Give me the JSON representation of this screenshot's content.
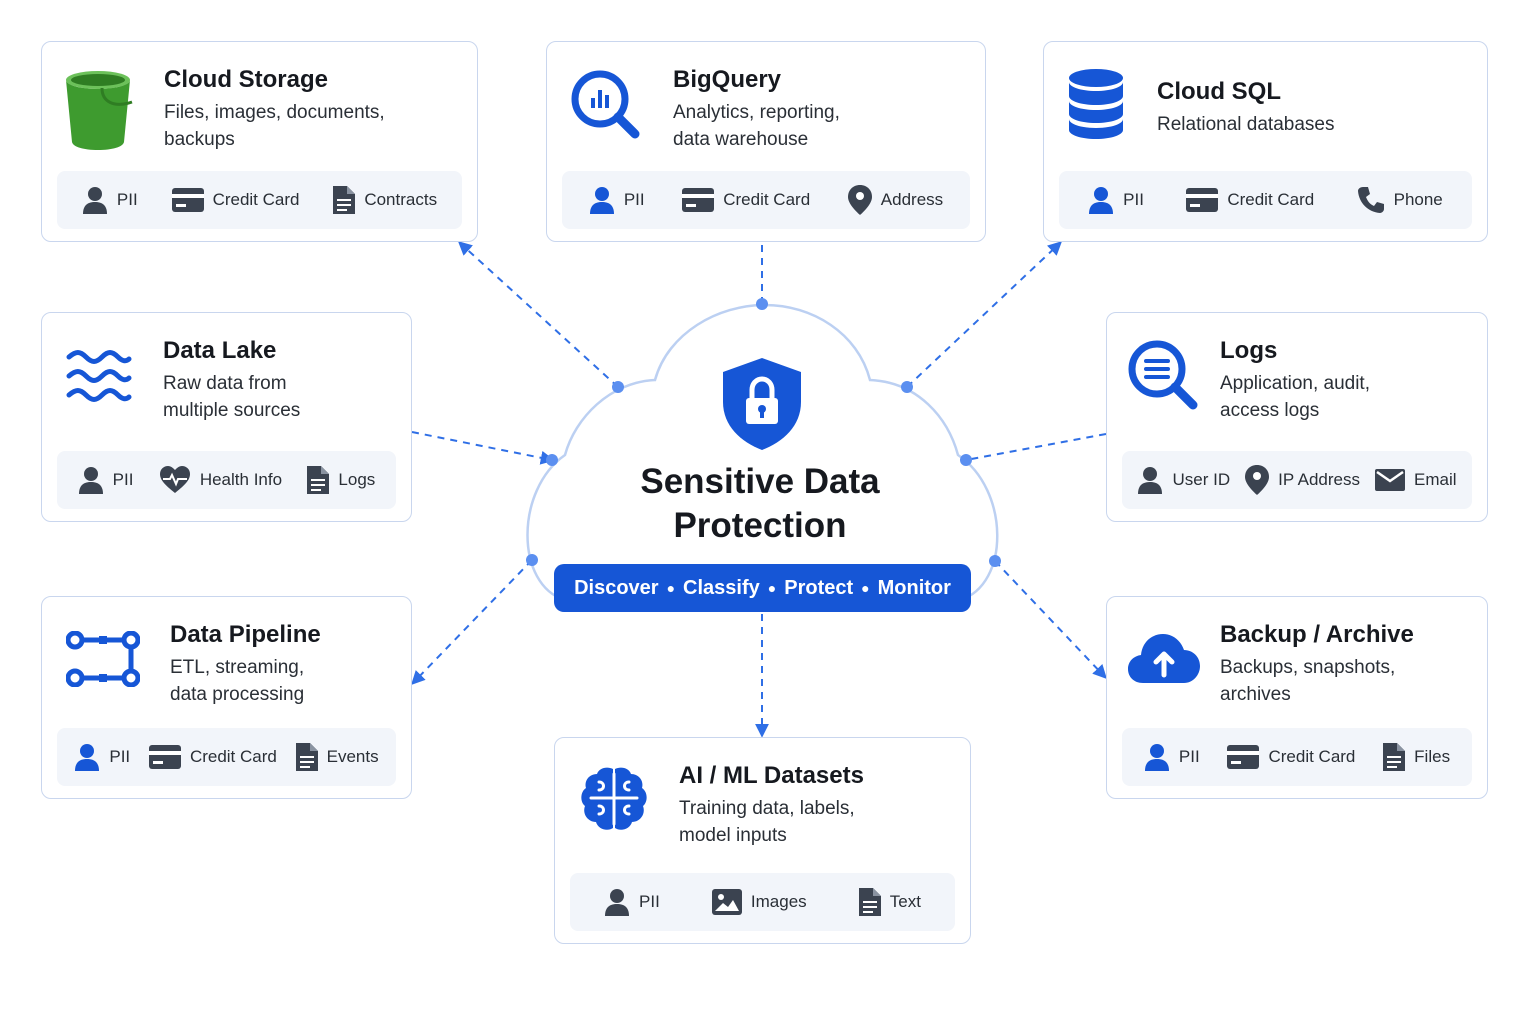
{
  "hub": {
    "title_line1": "Sensitive Data",
    "title_line2": "Protection",
    "steps": [
      "Discover",
      "Classify",
      "Protect",
      "Monitor"
    ],
    "icon": "shield-lock-icon"
  },
  "colors": {
    "primary_blue": "#1656d6",
    "connector_blue": "#2f6fe6",
    "cloud_outline": "#bcd0f2",
    "card_border": "#c9d6ee",
    "tag_background": "#f2f5fa",
    "tag_icon": "#3b4350",
    "bucket_green": "#3e9b2f"
  },
  "sources": {
    "cloud_storage": {
      "title": "Cloud Storage",
      "desc1": "Files, images, documents,",
      "desc2": "backups",
      "icon": "bucket-icon",
      "tags": [
        {
          "label": "PII",
          "icon": "person-icon"
        },
        {
          "label": "Credit Card",
          "icon": "credit-card-icon"
        },
        {
          "label": "Contracts",
          "icon": "document-icon"
        }
      ]
    },
    "bigquery": {
      "title": "BigQuery",
      "desc1": "Analytics, reporting,",
      "desc2": "data warehouse",
      "icon": "bigquery-icon",
      "tags": [
        {
          "label": "PII",
          "icon": "person-icon"
        },
        {
          "label": "Credit Card",
          "icon": "credit-card-icon"
        },
        {
          "label": "Address",
          "icon": "location-pin-icon"
        }
      ]
    },
    "cloud_sql": {
      "title": "Cloud SQL",
      "desc1": "Relational databases",
      "icon": "database-icon",
      "tags": [
        {
          "label": "PII",
          "icon": "person-icon"
        },
        {
          "label": "Credit Card",
          "icon": "credit-card-icon"
        },
        {
          "label": "Phone",
          "icon": "phone-icon"
        }
      ]
    },
    "data_lake": {
      "title": "Data Lake",
      "desc1": "Raw data from",
      "desc2": "multiple sources",
      "icon": "waves-icon",
      "tags": [
        {
          "label": "PII",
          "icon": "person-icon"
        },
        {
          "label": "Health Info",
          "icon": "heart-pulse-icon"
        },
        {
          "label": "Logs",
          "icon": "document-icon"
        }
      ]
    },
    "logs": {
      "title": "Logs",
      "desc1": "Application, audit,",
      "desc2": "access logs",
      "icon": "log-search-icon",
      "tags": [
        {
          "label": "User ID",
          "icon": "person-icon"
        },
        {
          "label": "IP Address",
          "icon": "location-pin-icon"
        },
        {
          "label": "Email",
          "icon": "mail-icon"
        }
      ]
    },
    "data_pipeline": {
      "title": "Data Pipeline",
      "desc1": "ETL, streaming,",
      "desc2": "data processing",
      "icon": "pipeline-icon",
      "tags": [
        {
          "label": "PII",
          "icon": "person-icon"
        },
        {
          "label": "Credit Card",
          "icon": "credit-card-icon"
        },
        {
          "label": "Events",
          "icon": "document-icon"
        }
      ]
    },
    "backup_archive": {
      "title": "Backup / Archive",
      "desc1": "Backups, snapshots,",
      "desc2": "archives",
      "icon": "cloud-upload-icon",
      "tags": [
        {
          "label": "PII",
          "icon": "person-icon"
        },
        {
          "label": "Credit Card",
          "icon": "credit-card-icon"
        },
        {
          "label": "Files",
          "icon": "document-icon"
        }
      ]
    },
    "ai_ml": {
      "title": "AI / ML Datasets",
      "desc1": "Training data, labels,",
      "desc2": "model inputs",
      "icon": "brain-icon",
      "tags": [
        {
          "label": "PII",
          "icon": "person-icon"
        },
        {
          "label": "Images",
          "icon": "image-icon"
        },
        {
          "label": "Text",
          "icon": "document-icon"
        }
      ]
    }
  }
}
